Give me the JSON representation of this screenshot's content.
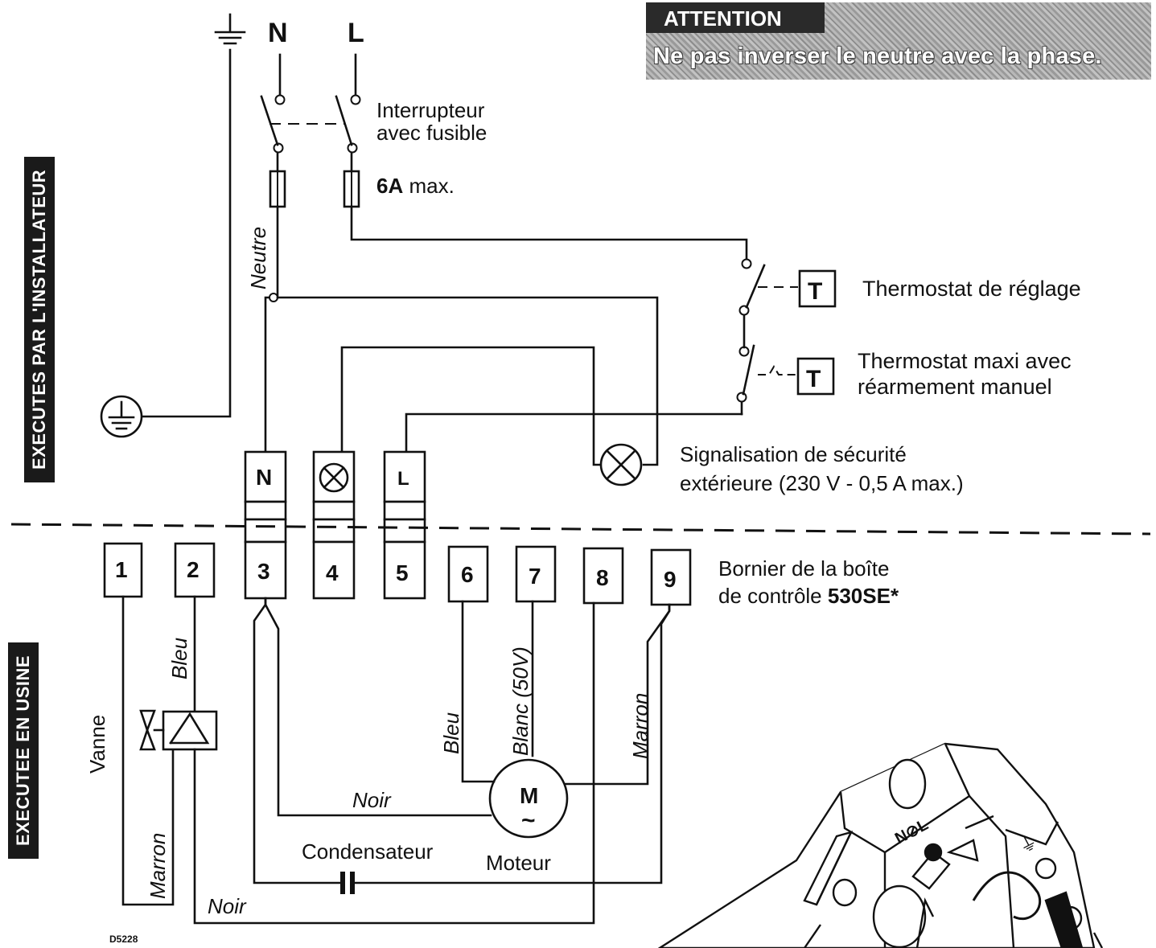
{
  "attention": {
    "title": "ATTENTION",
    "message": "Ne pas inverser le neutre avec la phase."
  },
  "side_labels": {
    "top": "EXECUTES PAR L'INSTALLATEUR",
    "bottom": "EXECUTEE EN USINE"
  },
  "mains": {
    "earth": "⏚",
    "neutral": "N",
    "live": "L"
  },
  "switch": {
    "line1": "Interrupteur",
    "line2": "avec fusible"
  },
  "fuse": {
    "bold": "6A",
    "rest": " max."
  },
  "wires": {
    "neutre": "Neutre",
    "bleu_valve": "Bleu",
    "vanne": "Vanne",
    "marron_valve": "Marron",
    "noir_bottom": "Noir",
    "noir_motor": "Noir",
    "bleu_motor": "Bleu",
    "blanc": "Blanc (50V)",
    "marron_motor": "Marron"
  },
  "thermostats": {
    "symbol": "T",
    "reglage": "Thermostat de réglage",
    "maxi_line1": "Thermostat maxi avec",
    "maxi_line2": "réarmement manuel"
  },
  "signal": {
    "line1": "Signalisation de sécurité",
    "line2": "extérieure (230 V - 0,5 A max.)"
  },
  "upper_terminals": [
    "N",
    "L"
  ],
  "terminals": [
    "1",
    "2",
    "3",
    "4",
    "5",
    "6",
    "7",
    "8",
    "9"
  ],
  "bornier": {
    "line1": "Bornier de la boîte",
    "line2_prefix": "de contrôle ",
    "line2_bold": "530SE*"
  },
  "motor": {
    "symbol": "M",
    "tilde": "~",
    "label": "Moteur"
  },
  "capacitor": {
    "label": "Condensateur"
  },
  "code": "D5228",
  "burner_marks": "N⊘L"
}
